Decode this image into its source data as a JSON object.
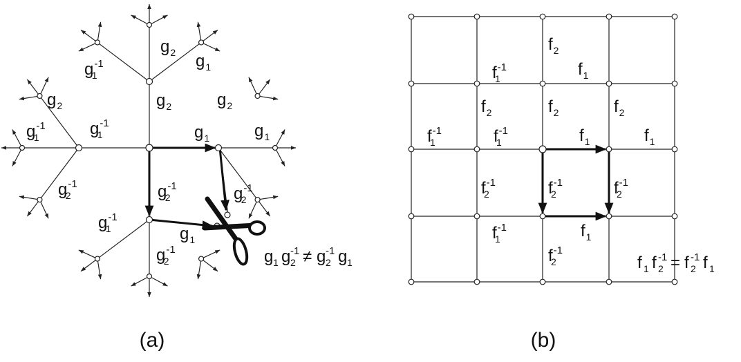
{
  "labels": {
    "g1": "g",
    "g2": "g",
    "f1": "f",
    "f2": "f",
    "sub1": "1",
    "sub2": "2",
    "inv": "-1",
    "neq": "≠",
    "eq": "="
  },
  "captions": {
    "a": "(a)",
    "b": "(b)"
  },
  "icons": {
    "scissors": "scissors-icon"
  }
}
